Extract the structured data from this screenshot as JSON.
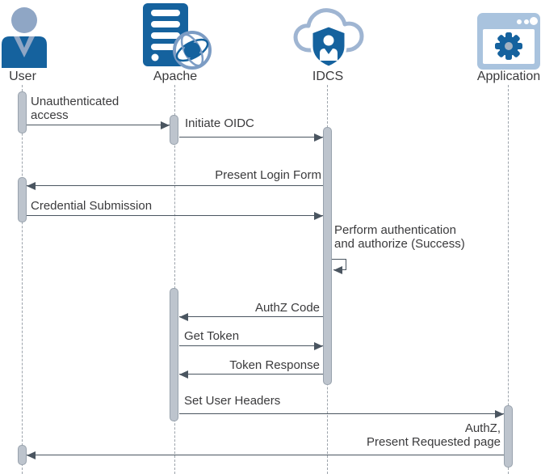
{
  "diagram": {
    "type": "sequence",
    "actors": [
      {
        "label": "User",
        "icon": "user-icon"
      },
      {
        "label": "Apache",
        "icon": "apache-server-globe-icon"
      },
      {
        "label": "IDCS",
        "icon": "idcs-cloud-shield-icon"
      },
      {
        "label": "Application",
        "icon": "application-browser-gear-icon"
      }
    ],
    "messages": [
      {
        "label": "Unauthenticated\naccess",
        "from": "User",
        "to": "Apache"
      },
      {
        "label": "Initiate OIDC",
        "from": "Apache",
        "to": "IDCS"
      },
      {
        "label": "Present Login Form",
        "from": "IDCS",
        "to": "User"
      },
      {
        "label": "Credential Submission",
        "from": "User",
        "to": "IDCS"
      },
      {
        "label": "Perform authentication\nand authorize (Success)",
        "from": "IDCS",
        "to": "IDCS",
        "self": true
      },
      {
        "label": "AuthZ Code",
        "from": "IDCS",
        "to": "Apache"
      },
      {
        "label": "Get Token",
        "from": "Apache",
        "to": "IDCS"
      },
      {
        "label": "Token Response",
        "from": "IDCS",
        "to": "Apache"
      },
      {
        "label": "Set User Headers",
        "from": "Apache",
        "to": "Application"
      },
      {
        "label": "AuthZ,\nPresent Requested page",
        "from": "Application",
        "to": "User"
      }
    ],
    "colors": {
      "primary_blue": "#15629e",
      "light_blue": "#9fb5d2",
      "activation_fill": "#bdc4cd",
      "activation_border": "#98a2ad",
      "lifeline": "#9ca3ab",
      "arrow": "#4a5560",
      "text": "#3a3a3c"
    }
  }
}
